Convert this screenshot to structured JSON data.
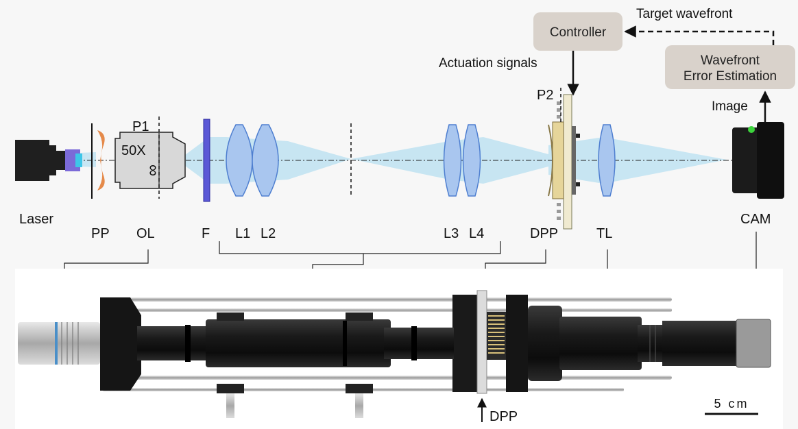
{
  "blocks": {
    "controller": "Controller",
    "wavefront_line1": "Wavefront",
    "wavefront_line2": "Error Estimation"
  },
  "signals": {
    "target_wavefront": "Target wavefront",
    "actuation_signals": "Actuation signals",
    "image": "Image"
  },
  "planes": {
    "p1": "P1",
    "p2": "P2"
  },
  "objective": {
    "magnification": "50X",
    "infinity": "∞"
  },
  "components": {
    "laser": "Laser",
    "pp": "PP",
    "ol": "OL",
    "f": "F",
    "l1": "L1",
    "l2": "L2",
    "l3": "L3",
    "l4": "L4",
    "dpp": "DPP",
    "tl": "TL",
    "cam": "CAM"
  },
  "photo": {
    "dpp_label": "DPP",
    "scale_bar": "5 cm"
  },
  "colors": {
    "lens_fill": "#a9c6ef",
    "lens_stroke": "#4f7fd0",
    "beam": "#bfe3f2",
    "filter": "#5b58d6",
    "box_fill": "#d9d2cb",
    "laser_body": "#1f1f1f",
    "laser_emitter": "#7b6ad8",
    "pinhole": "#e58a4a",
    "background": "#f7f7f7",
    "photo_background": "#ffffff"
  }
}
